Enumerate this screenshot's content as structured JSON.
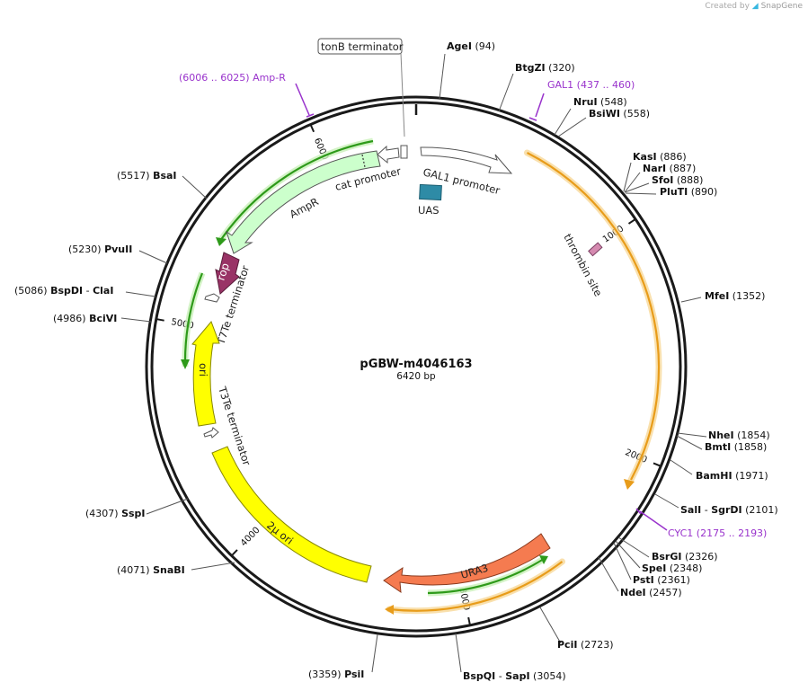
{
  "watermark": {
    "prefix": "Created by",
    "brand": "SnapGene",
    "logo_icon": "snapgene-leaf-icon"
  },
  "plasmid": {
    "name": "pGBW-m4046163",
    "size_label": "6420 bp",
    "length": 6420
  },
  "ticks": [
    {
      "pos": 1000,
      "label": "1000"
    },
    {
      "pos": 2000,
      "label": "2000"
    },
    {
      "pos": 3000,
      "label": "3000"
    },
    {
      "pos": 4000,
      "label": "4000"
    },
    {
      "pos": 5000,
      "label": "5000"
    },
    {
      "pos": 6000,
      "label": "6000"
    }
  ],
  "sites": [
    {
      "name": "AgeI",
      "pos": "(94)"
    },
    {
      "name": "BtgZI",
      "pos": "(320)"
    },
    {
      "name": "NruI",
      "pos": "(548)"
    },
    {
      "name": "BsiWI",
      "pos": "(558)"
    },
    {
      "name": "KasI",
      "pos": "(886)"
    },
    {
      "name": "NarI",
      "pos": "(887)"
    },
    {
      "name": "SfoI",
      "pos": "(888)"
    },
    {
      "name": "PluTI",
      "pos": "(890)"
    },
    {
      "name": "MfeI",
      "pos": "(1352)"
    },
    {
      "name": "NheI",
      "pos": "(1854)"
    },
    {
      "name": "BmtI",
      "pos": "(1858)"
    },
    {
      "name": "BamHI",
      "pos": "(1971)"
    },
    {
      "name": "SalI",
      "sep": "-",
      "name2": "SgrDI",
      "pos": "(2101)"
    },
    {
      "name": "BsrGI",
      "pos": "(2326)"
    },
    {
      "name": "SpeI",
      "pos": "(2348)"
    },
    {
      "name": "PstI",
      "pos": "(2361)"
    },
    {
      "name": "NdeI",
      "pos": "(2457)"
    },
    {
      "name": "PciI",
      "pos": "(2723)"
    },
    {
      "name": "BspQI",
      "sep": "-",
      "name2": "SapI",
      "pos": "(3054)"
    },
    {
      "name": "PsiI",
      "pos": "(3359)"
    },
    {
      "name": "SnaBI",
      "pos": "(4071)"
    },
    {
      "name": "SspI",
      "pos": "(4307)"
    },
    {
      "name": "BciVI",
      "pos": "(4986)"
    },
    {
      "name": "BspDI",
      "sep": "-",
      "name2": "ClaI",
      "pos": "(5086)"
    },
    {
      "name": "PvuII",
      "pos": "(5230)"
    },
    {
      "name": "BsaI",
      "pos": "(5517)"
    }
  ],
  "primers": [
    {
      "name": "GAL1",
      "range": "(437 .. 460)"
    },
    {
      "name": "CYC1",
      "range": "(2175 .. 2193)"
    },
    {
      "name": "Amp-R",
      "range": "(6006 .. 6025)"
    }
  ],
  "features": {
    "tonb": "tonB terminator",
    "gal1_promoter": "GAL1 promoter",
    "uas": "UAS",
    "thrombin": "thrombin site",
    "cat_promoter": "cat promoter",
    "ampr": "AmpR",
    "rop": "rop",
    "t7te": "T7Te terminator",
    "ori": "ori",
    "t3te": "T3Te terminator",
    "two_mu": "2μ ori",
    "ura3": "URA3"
  },
  "colors": {
    "backbone": "#1a1a1a",
    "primer": "#9933cc",
    "ampr_fill": "#ccffcc",
    "ori_fill": "#ffff00",
    "ura3_fill": "#f57b50",
    "rop_fill": "#993366",
    "uas_fill": "#2e8ba6",
    "orf_orange": "#e89c1a",
    "orf_green": "#2e9a1a"
  }
}
